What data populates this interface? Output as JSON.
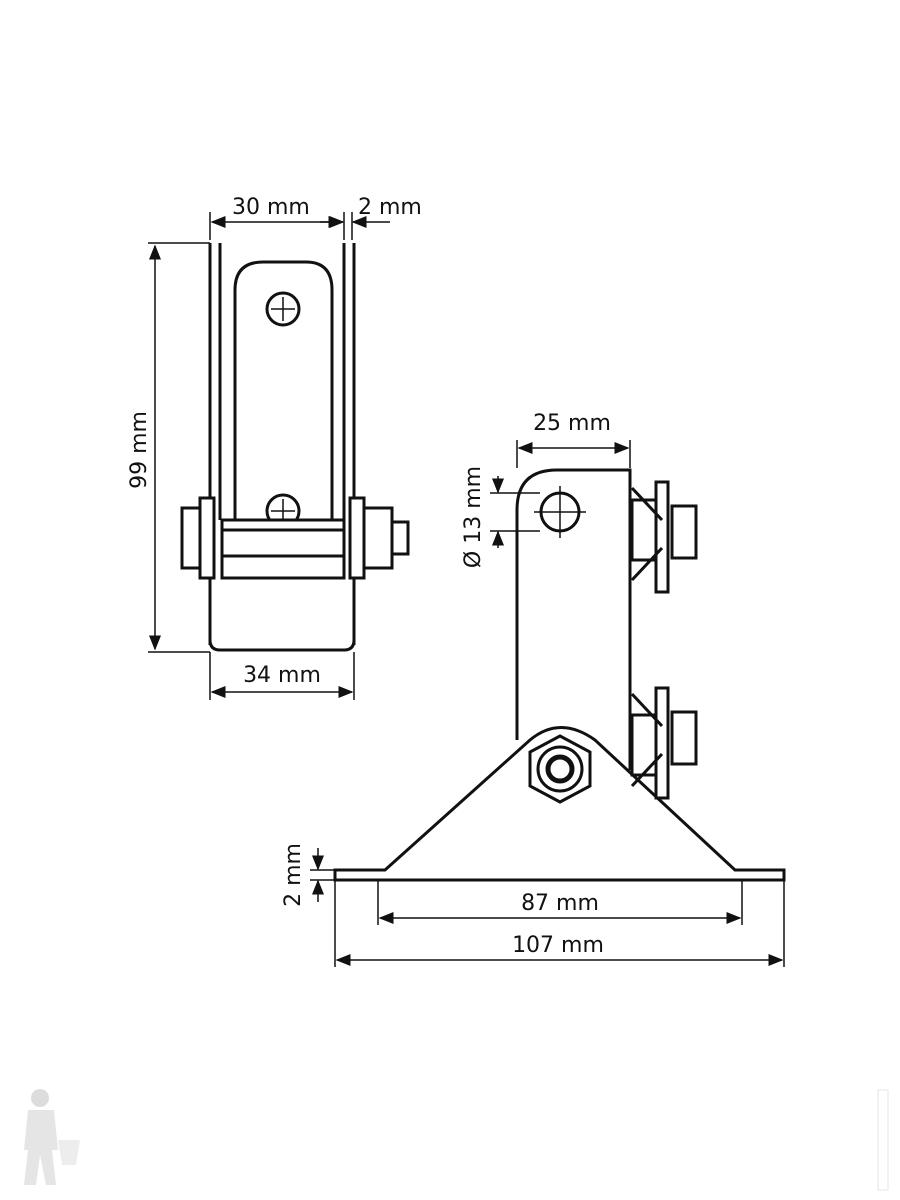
{
  "dimensions": {
    "front_width": "30 mm",
    "wall_thickness": "2 mm",
    "height": "99 mm",
    "bottom_width": "34 mm",
    "plate_width": "25 mm",
    "hole_diameter": "Ø 13 mm",
    "base_thickness": "2 mm",
    "base_inner": "87 mm",
    "base_total": "107 mm"
  },
  "colors": {
    "line": "#111111",
    "background": "#ffffff"
  }
}
